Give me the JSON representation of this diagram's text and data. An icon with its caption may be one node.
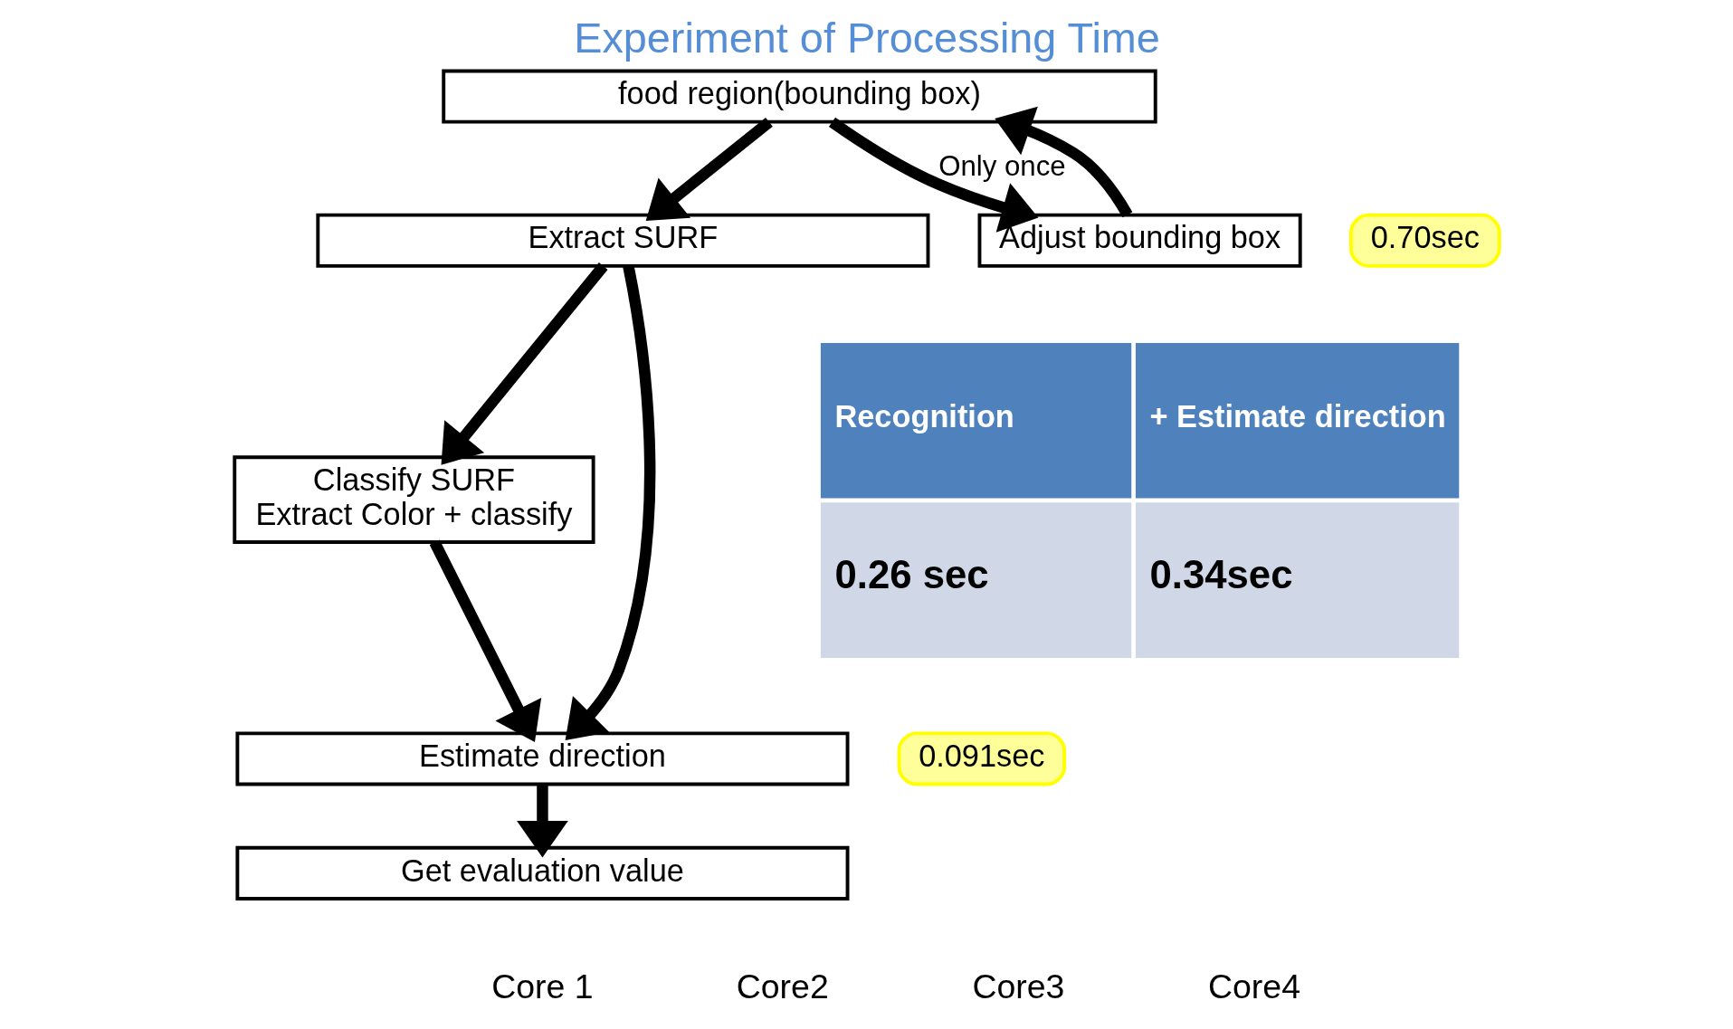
{
  "diagram": {
    "title": "Experiment of Processing Time",
    "nodes": [
      {
        "text": [
          "food region(bounding box)"
        ]
      },
      {
        "text": [
          "Extract SURF"
        ]
      },
      {
        "text": [
          "Classify SURF",
          "Extract Color + classify"
        ]
      },
      {
        "text": [
          "Estimate direction"
        ]
      },
      {
        "text": [
          "Get evaluation value"
        ]
      },
      {
        "text": [
          "Adjust bounding box"
        ]
      },
      {
        "text": [
          "0.091sec"
        ]
      },
      {
        "text": [
          "0.70sec"
        ]
      }
    ],
    "edges": [
      {
        "from": 0,
        "to": 1,
        "arrow": "to"
      },
      {
        "from": 0,
        "to": 5,
        "arrow": "to",
        "label": "Only once"
      },
      {
        "from": 5,
        "to": 0,
        "arrow": "to"
      },
      {
        "from": 1,
        "to": 2,
        "arrow": "to"
      },
      {
        "from": 1,
        "to": 3,
        "arrow": "to"
      },
      {
        "from": 2,
        "to": 3,
        "arrow": "to"
      },
      {
        "from": 3,
        "to": 4,
        "arrow": "to"
      }
    ],
    "labels": [
      "Core 1",
      "Core2",
      "Core3",
      "Core4",
      "Recognition",
      "+ Estimate direction",
      "0.26 sec",
      "0.34sec"
    ]
  }
}
